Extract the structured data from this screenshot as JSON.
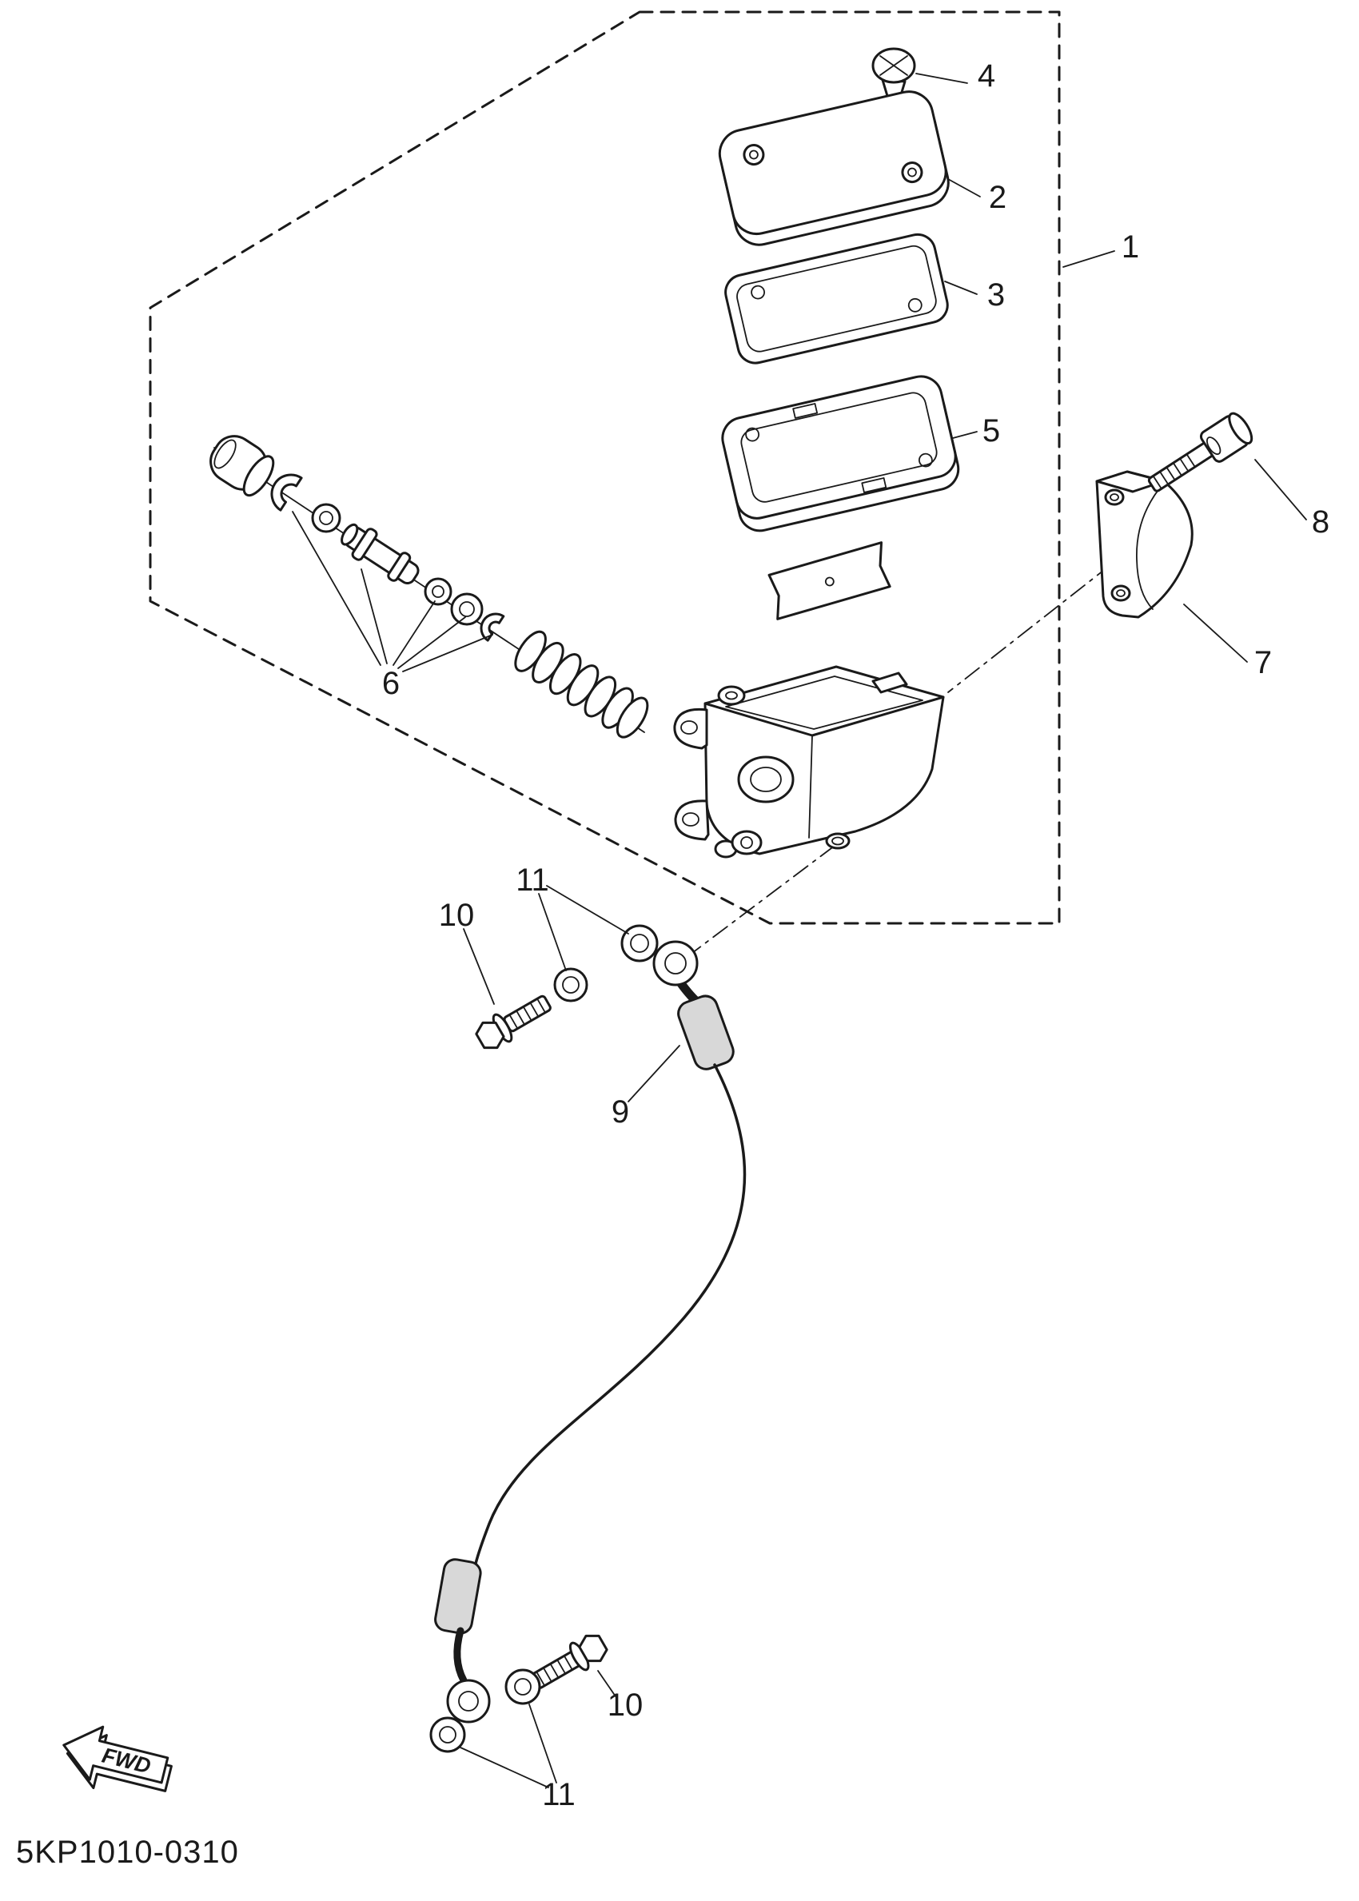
{
  "diagram": {
    "code": "5KP1010-0310",
    "fwd": "FWD",
    "callouts": [
      {
        "label": "1"
      },
      {
        "label": "2"
      },
      {
        "label": "3"
      },
      {
        "label": "4"
      },
      {
        "label": "5"
      },
      {
        "label": "6"
      },
      {
        "label": "7"
      },
      {
        "label": "8"
      },
      {
        "label": "9"
      },
      {
        "label": "10"
      },
      {
        "label": "11"
      },
      {
        "label": "10"
      },
      {
        "label": "11"
      }
    ],
    "colors": {
      "line": "#1a1a1a",
      "bg": "#ffffff",
      "shade": "#d8d8d8"
    }
  }
}
